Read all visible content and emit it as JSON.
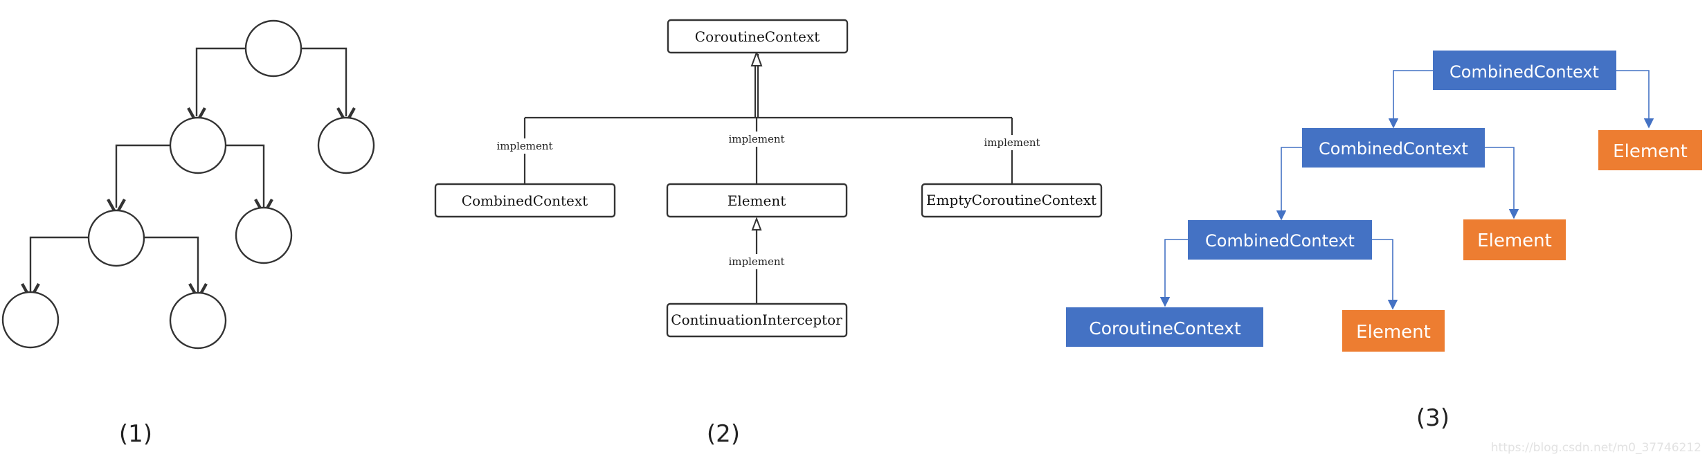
{
  "panel_labels": {
    "one": "(1)",
    "two": "(2)",
    "three": "(3)"
  },
  "uml": {
    "root": "CoroutineContext",
    "combined": "CombinedContext",
    "element": "Element",
    "empty": "EmptyCoroutineContext",
    "interceptor": "ContinuationInterceptor",
    "edge_label": "implement"
  },
  "tree3": {
    "level1": "CombinedContext",
    "level2": "CombinedContext",
    "level3": "CombinedContext",
    "leaf_context": "CoroutineContext",
    "element_label": "Element"
  },
  "colors": {
    "context_fill": "#4472c4",
    "element_fill": "#ed7d31",
    "connector": "#4472c4",
    "node_text": "#ffffff"
  },
  "watermark": "https://blog.csdn.net/m0_37746212"
}
